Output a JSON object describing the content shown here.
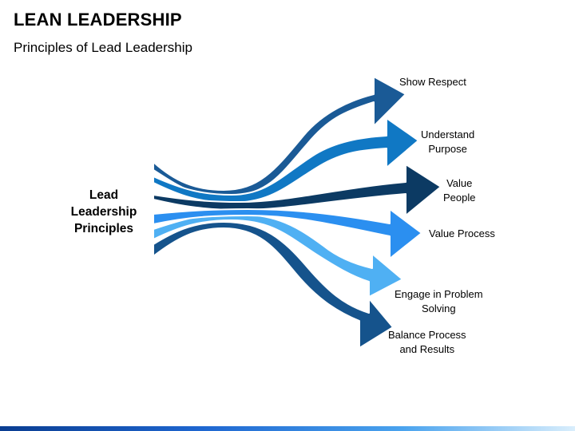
{
  "header": {
    "title": "LEAN LEADERSHIP",
    "subtitle": "Principles of Lead Leadership"
  },
  "diagram": {
    "center_label_lines": [
      "Lead",
      "Leadership",
      "Principles"
    ],
    "arrows": [
      {
        "label_lines": [
          "Show Respect"
        ],
        "color": "#1a5a96"
      },
      {
        "label_lines": [
          "Understand",
          "Purpose"
        ],
        "color": "#1078c4"
      },
      {
        "label_lines": [
          "Value",
          "People"
        ],
        "color": "#0c3a63"
      },
      {
        "label_lines": [
          "Value Process"
        ],
        "color": "#2b8ff0"
      },
      {
        "label_lines": [
          "Engage in Problem",
          "Solving"
        ],
        "color": "#4fb0f3"
      },
      {
        "label_lines": [
          "Balance Process",
          "and Results"
        ],
        "color": "#15538c"
      }
    ]
  },
  "colors": {
    "background": "#ffffff",
    "footer_dark": "#0a3d91",
    "footer_light": "#d9eefc"
  }
}
